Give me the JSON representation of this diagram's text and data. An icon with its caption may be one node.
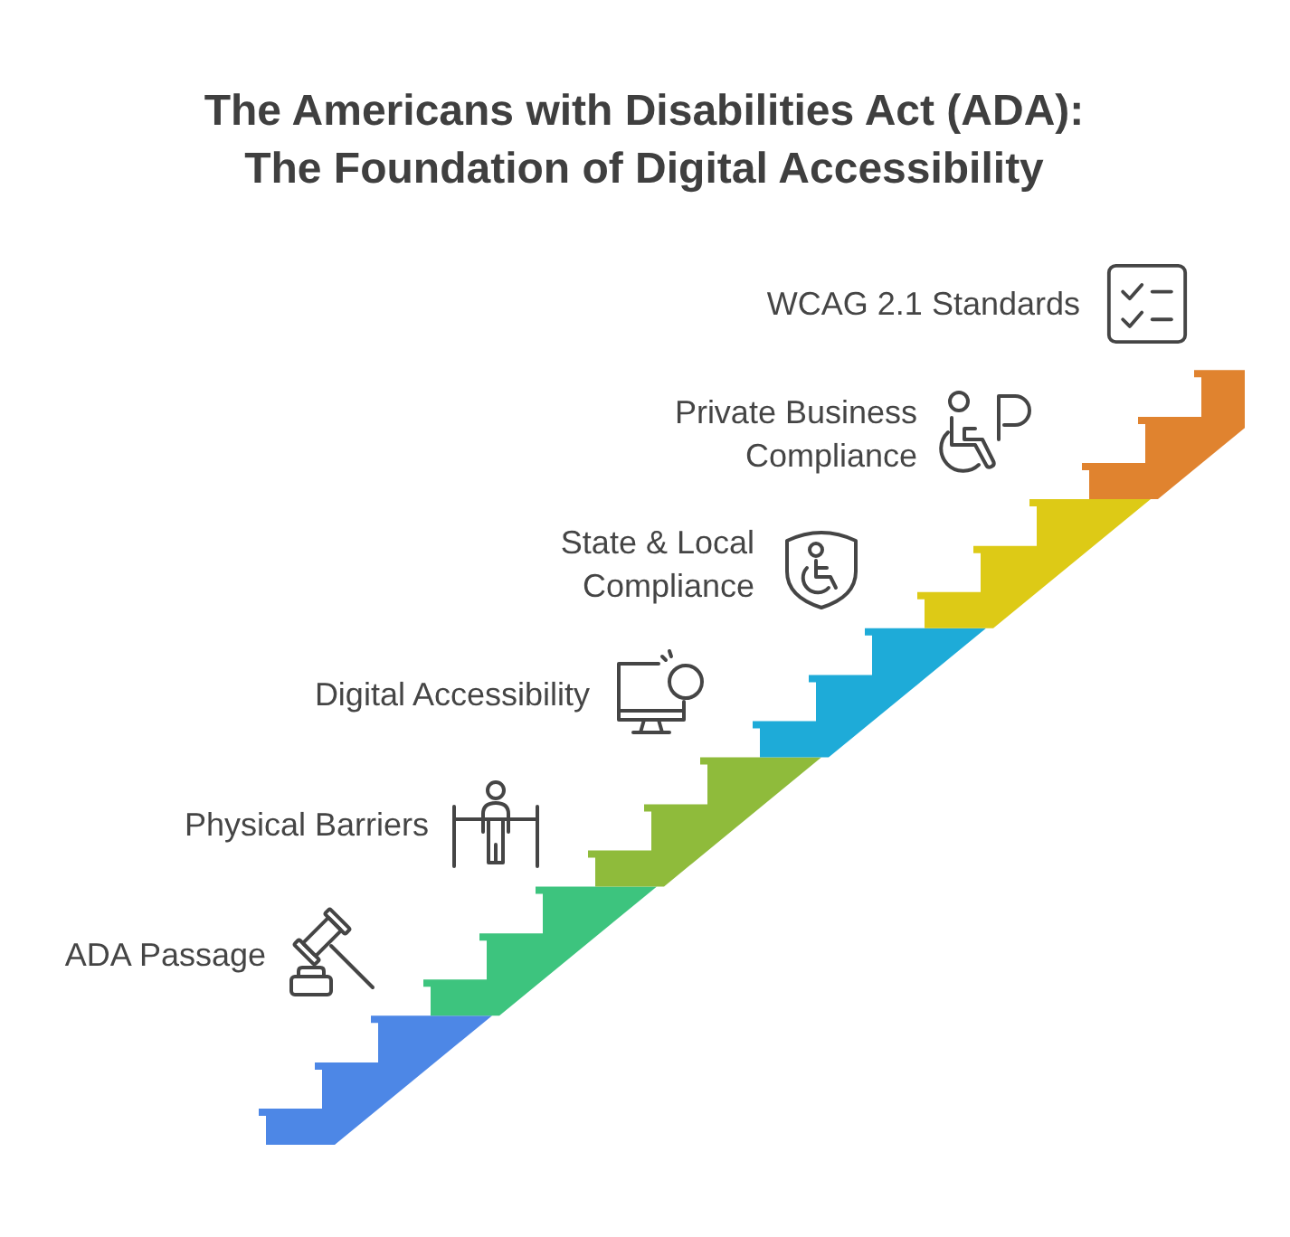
{
  "diagram": {
    "title": "The Americans with Disabilities Act (ADA): The Foundation of Digital Accessibility",
    "labels": [
      "WCAG 2.1 Standards",
      "Private Business Compliance",
      "State & Local Compliance",
      "Digital Accessibility",
      "Physical Barriers",
      "ADA Passage"
    ]
  }
}
